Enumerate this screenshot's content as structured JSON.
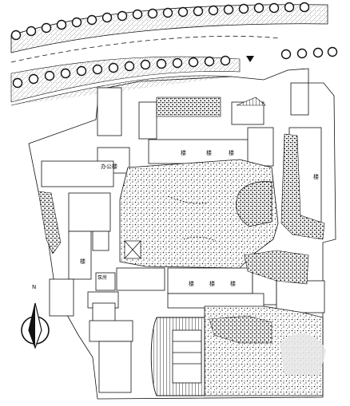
{
  "plan": {
    "north_symbol": "N",
    "building_labels": {
      "top_row": [
        "楼",
        "楼",
        "楼"
      ],
      "left_block": "办公楼",
      "west_wing": "楼",
      "east_wing": "楼",
      "small_block": "泵房",
      "lower_row": [
        "楼",
        "楼",
        "楼"
      ]
    }
  },
  "colors": {
    "line": "#111111",
    "background": "#ffffff"
  }
}
